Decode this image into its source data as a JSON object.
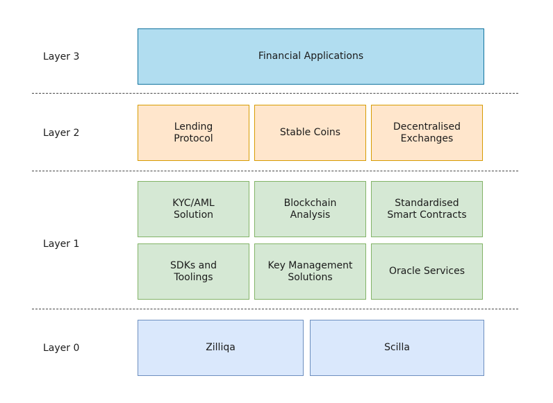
{
  "layers": [
    {
      "label": "Layer 3",
      "boxes": [
        "Financial Applications"
      ]
    },
    {
      "label": "Layer 2",
      "boxes": [
        "Lending\nProtocol",
        "Stable Coins",
        "Decentralised\nExchanges"
      ]
    },
    {
      "label": "Layer 1",
      "boxes": [
        "KYC/AML\nSolution",
        "Blockchain\nAnalysis",
        "Standardised\nSmart Contracts",
        "SDKs and\nToolings",
        "Key Management\nSolutions",
        "Oracle Services"
      ]
    },
    {
      "label": "Layer 0",
      "boxes": [
        "Zilliqa",
        "Scilla"
      ]
    }
  ],
  "colors": {
    "layer3_fill": "#b1ddf0",
    "layer3_stroke": "#10739e",
    "layer2_fill": "#ffe6cc",
    "layer2_stroke": "#d79b00",
    "layer1_fill": "#d5e8d4",
    "layer1_stroke": "#82b366",
    "layer0_fill": "#dae8fc",
    "layer0_stroke": "#6c8ebf"
  }
}
